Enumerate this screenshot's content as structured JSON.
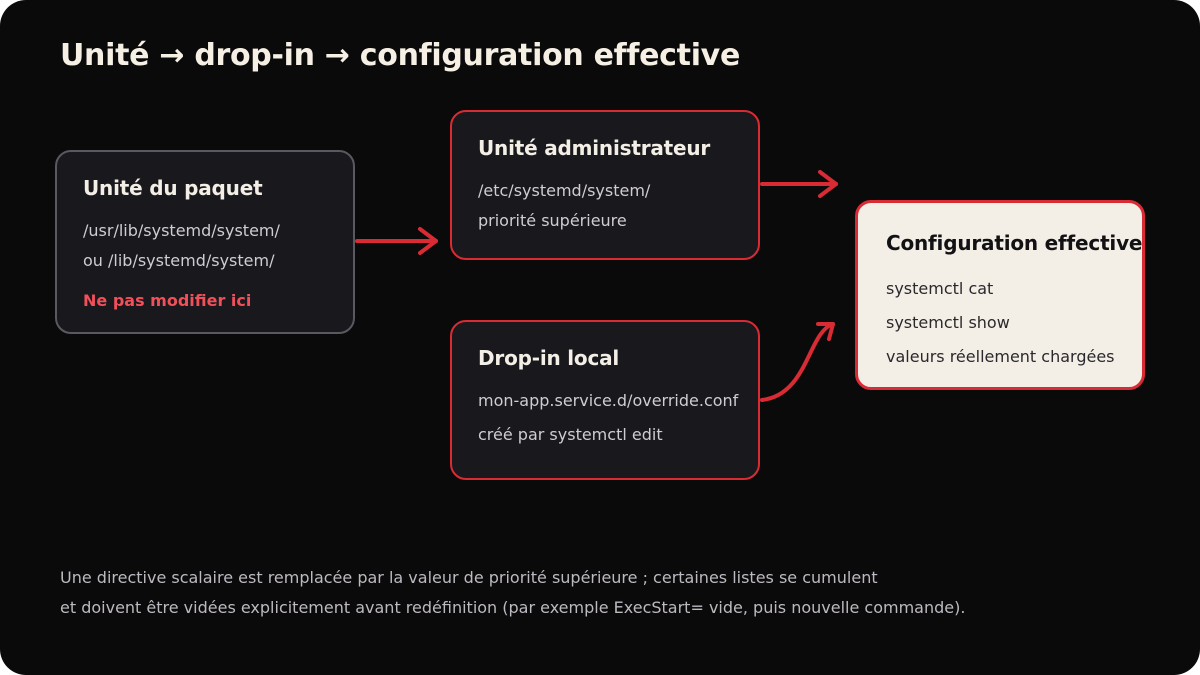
{
  "title": "Unité → drop-in → configuration effective",
  "package_unit": {
    "title": "Unité du paquet",
    "lines": [
      "/usr/lib/systemd/system/",
      "ou /lib/systemd/system/"
    ],
    "warning": "Ne pas modifier ici"
  },
  "admin_unit": {
    "title": "Unité administrateur",
    "lines": [
      "/etc/systemd/system/",
      "priorité supérieure"
    ]
  },
  "local_dropin": {
    "title": "Drop-in local",
    "lines": [
      "mon-app.service.d/override.conf",
      "créé par systemctl edit"
    ]
  },
  "effective_config": {
    "title": "Configuration effective",
    "lines": [
      "systemctl cat",
      "systemctl show",
      "valeurs réellement chargées"
    ]
  },
  "footnote": [
    "Une directive scalaire est remplacée par la valeur de priorité supérieure ; certaines listes se cumulent",
    "et doivent être vidées explicitement avant redéfinition (par exemple ExecStart= vide, puis nouvelle commande)."
  ],
  "colors": {
    "background": "#0b0a0b",
    "accent": "#d92b34",
    "warning": "#f0505a",
    "highlight_box": "#f3efe6"
  }
}
